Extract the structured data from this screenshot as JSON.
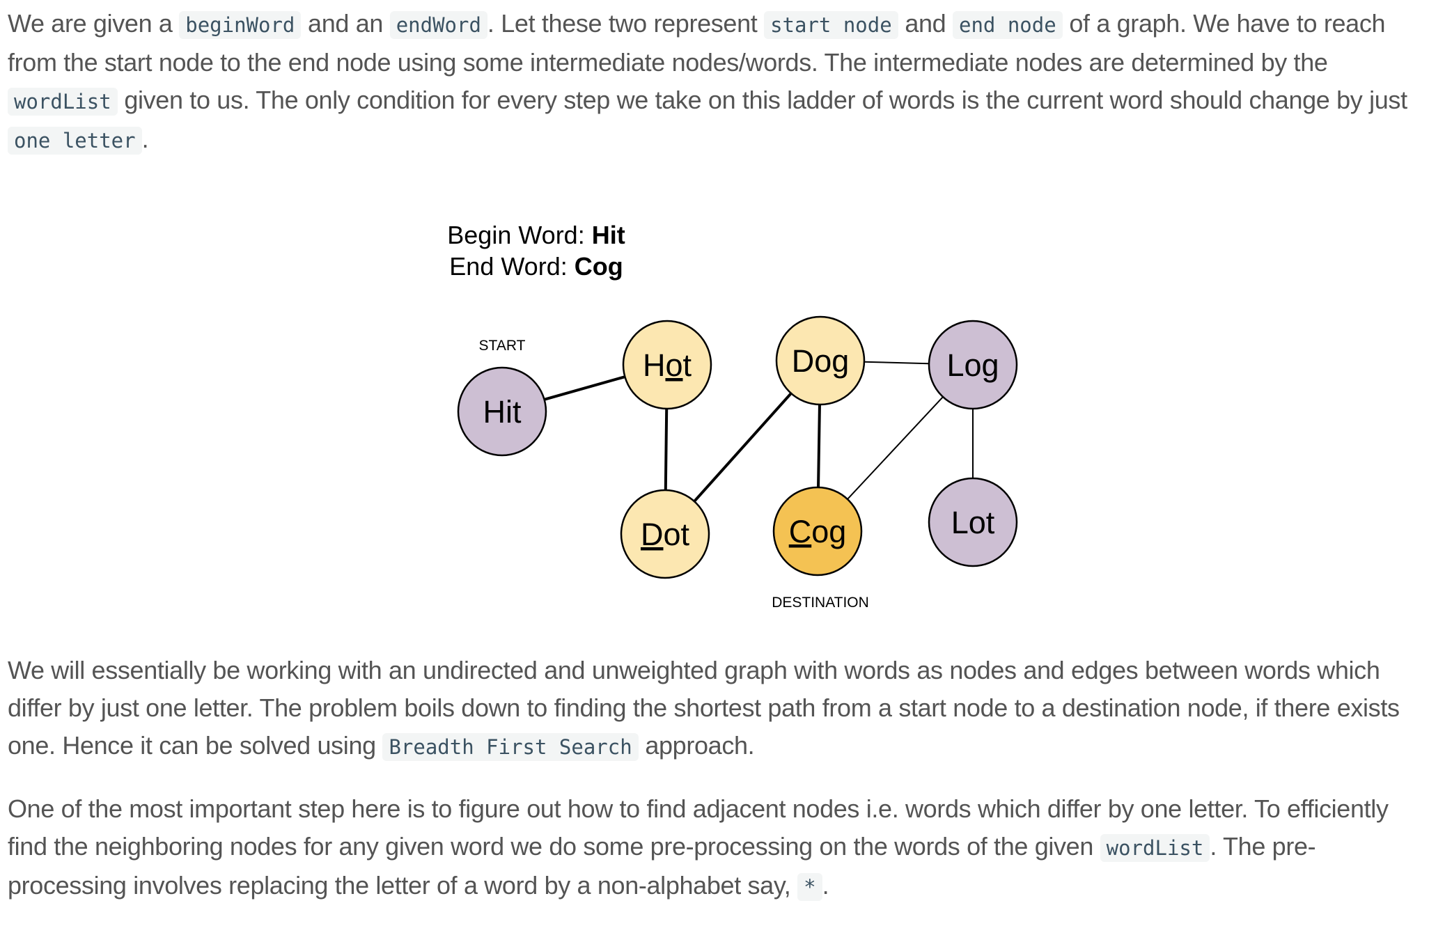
{
  "intro": {
    "t1": "We are given a ",
    "c1": "beginWord",
    "t2": " and an ",
    "c2": "endWord",
    "t3": ". Let these two represent ",
    "c3": "start node",
    "t4": " and ",
    "c4": "end node",
    "t5": " of a graph. We have to reach from the start node to the end node using some intermediate nodes/words. The intermediate nodes are determined by the ",
    "c5": "wordList",
    "t6": " given to us. The only condition for every step we take on this ladder of words is the current word should change by just ",
    "c6": "one letter",
    "t7": "."
  },
  "diagram": {
    "begin_label": "Begin Word: ",
    "begin_value": "Hit",
    "end_label": "End Word: ",
    "end_value": "Cog",
    "start_label": "START",
    "destination_label": "DESTINATION",
    "colors": {
      "start_node": "#cdbfd3",
      "path_node": "#fce7b1",
      "destination_node": "#f4c253",
      "other_node": "#cdbfd3",
      "stroke": "#000000"
    },
    "nodes": [
      {
        "id": "hit",
        "pre": "Hit",
        "u": "",
        "post": "",
        "role": "start"
      },
      {
        "id": "hot",
        "pre": "H",
        "u": "o",
        "post": "t",
        "role": "path"
      },
      {
        "id": "dot",
        "pre": "",
        "u": "D",
        "post": "ot",
        "role": "path"
      },
      {
        "id": "dog",
        "pre": "Do",
        "u": "g",
        "post": "",
        "role": "path"
      },
      {
        "id": "cog",
        "pre": "",
        "u": "C",
        "post": "og",
        "role": "destination"
      },
      {
        "id": "log",
        "pre": "Log",
        "u": "",
        "post": "",
        "role": "other"
      },
      {
        "id": "lot",
        "pre": "Lot",
        "u": "",
        "post": "",
        "role": "other"
      }
    ],
    "edges": [
      {
        "from": "hit",
        "to": "hot",
        "weight": "bold"
      },
      {
        "from": "hot",
        "to": "dot",
        "weight": "bold"
      },
      {
        "from": "dot",
        "to": "dog",
        "weight": "bold"
      },
      {
        "from": "dog",
        "to": "cog",
        "weight": "bold"
      },
      {
        "from": "dog",
        "to": "log",
        "weight": "thin"
      },
      {
        "from": "log",
        "to": "cog",
        "weight": "thin"
      },
      {
        "from": "log",
        "to": "lot",
        "weight": "thin"
      }
    ]
  },
  "bfs": {
    "t1": "We will essentially be working with an undirected and unweighted graph with words as nodes and edges between words which differ by just one letter. The problem boils down to finding the shortest path from a start node to a destination node, if there exists one. Hence it can be solved using ",
    "c1": "Breadth First Search",
    "t2": " approach."
  },
  "preprocess": {
    "t1": "One of the most important step here is to figure out how to find adjacent nodes i.e. words which differ by one letter. To efficiently find the neighboring nodes for any given word we do some pre-processing on the words of the given ",
    "c1": "wordList",
    "t2": ". The pre-processing involves replacing the letter of a word by a non-alphabet say, ",
    "c2": "*",
    "t3": "."
  }
}
